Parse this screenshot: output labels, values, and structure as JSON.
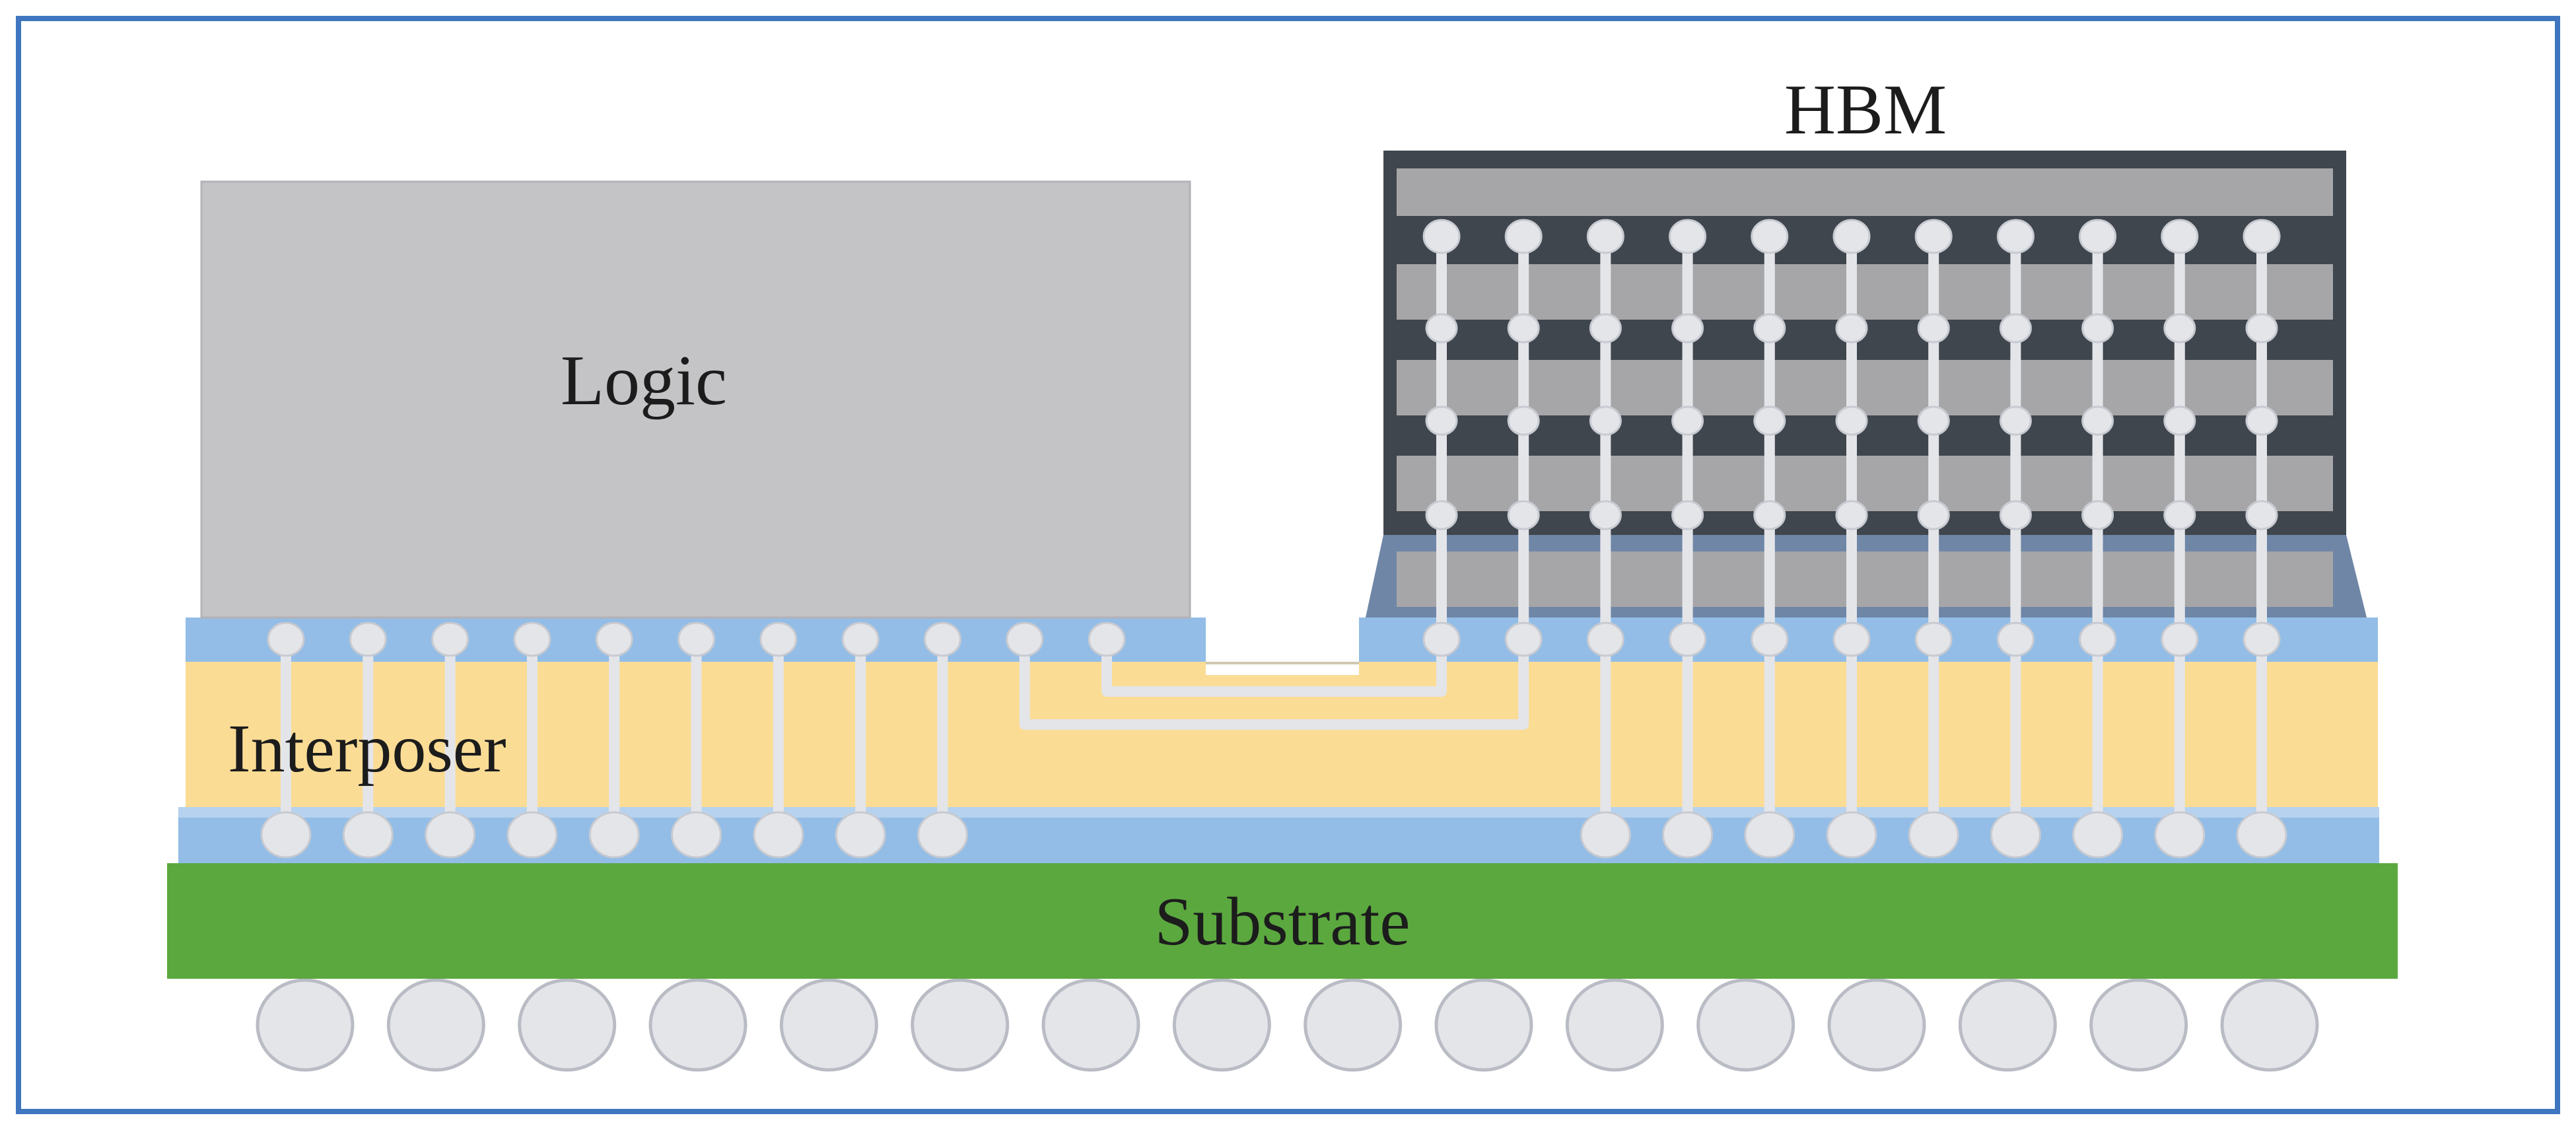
{
  "diagram": {
    "labels": {
      "logic": "Logic",
      "hbm": "HBM",
      "interposer": "Interposer",
      "substrate": "Substrate"
    },
    "colors": {
      "frame": "#3f76bf",
      "logic_die": "#c4c3c6",
      "hbm_dark": "#40464e",
      "hbm_layer": "#a6a6a8",
      "hbm_base": "#6f86a6",
      "micro_bump_layer": "#93bde6",
      "interposer": "#fbdc95",
      "substrate": "#5ba83f",
      "bump": "#e4e5e9",
      "wire": "#e4e5e9"
    },
    "counts": {
      "logic_microbumps": 11,
      "logic_through_vias": 9,
      "hbm_tsv_columns": 11,
      "hbm_memory_layers": 4,
      "hbm_through_vias_to_substrate": 9,
      "package_balls": 16
    }
  }
}
